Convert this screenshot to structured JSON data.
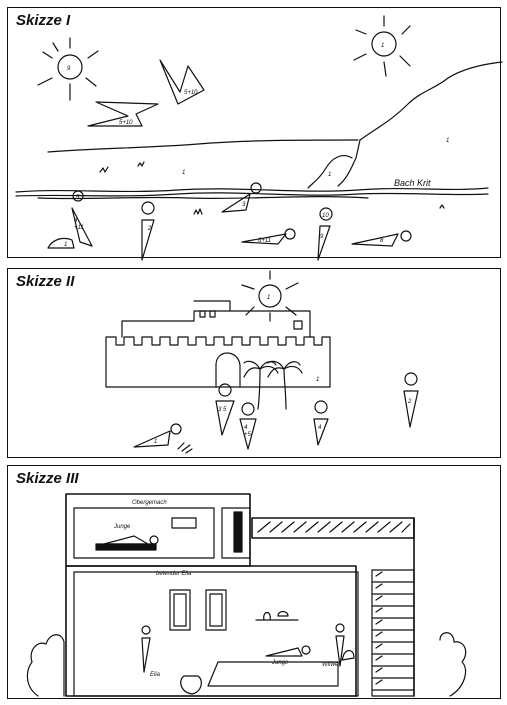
{
  "sketches": {
    "one": {
      "title": "Skizze I",
      "labels": {
        "sun_left": "9",
        "sun_right": "1",
        "bird_top": "5+10",
        "bird_left": "5+10",
        "hill": "1",
        "rock": "1",
        "field": "1",
        "creek": "Bach Krit",
        "fig_five": "5",
        "fig_four": "4\n+11",
        "fig_lying1": "1",
        "fig_two": "2",
        "fig_three": "3",
        "fig_six": "6+11",
        "fig_ten": "10",
        "fig_nine": "9",
        "fig_eight": "8"
      }
    },
    "two": {
      "title": "Skizze II",
      "labels": {
        "sun": "1",
        "city": "1",
        "fig_35": "3 5",
        "fig_4_5": "4\n+5",
        "fig_4": "4",
        "fig_2": "2",
        "fig_lying": "1"
      }
    },
    "three": {
      "title": "Skizze III",
      "labels": {
        "upper_room": "Obergemach",
        "boy_top": "Junge",
        "praying": "betender Elia",
        "elia": "Elia",
        "boy_bottom": "Junge",
        "widow": "Witwe"
      }
    }
  }
}
